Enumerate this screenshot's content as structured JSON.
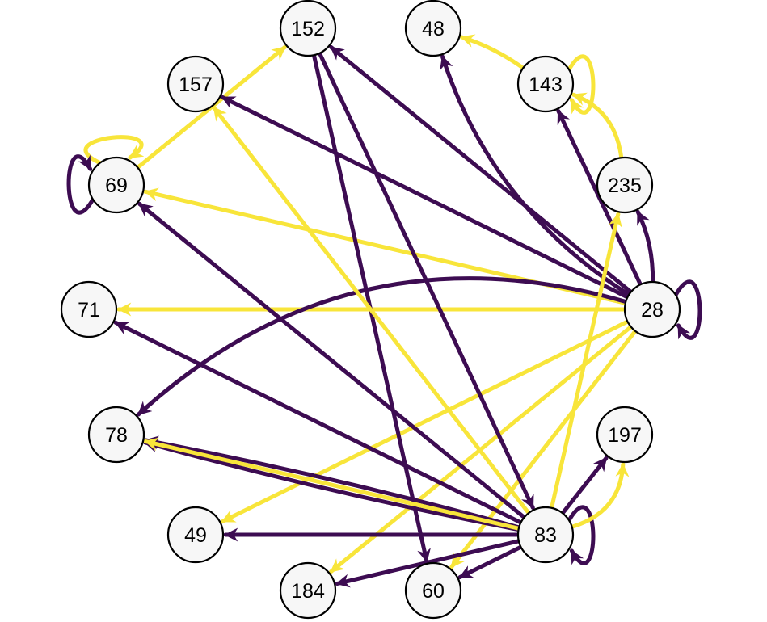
{
  "colors": {
    "purple": "#3d0c52",
    "yellow": "#f8e53a"
  },
  "nodes": [
    {
      "id": "152",
      "label": "152"
    },
    {
      "id": "48",
      "label": "48"
    },
    {
      "id": "157",
      "label": "157"
    },
    {
      "id": "143",
      "label": "143"
    },
    {
      "id": "69",
      "label": "69"
    },
    {
      "id": "235",
      "label": "235"
    },
    {
      "id": "71",
      "label": "71"
    },
    {
      "id": "28",
      "label": "28"
    },
    {
      "id": "78",
      "label": "78"
    },
    {
      "id": "197",
      "label": "197"
    },
    {
      "id": "49",
      "label": "49"
    },
    {
      "id": "83",
      "label": "83"
    },
    {
      "id": "184",
      "label": "184"
    },
    {
      "id": "60",
      "label": "60"
    }
  ],
  "edges": [
    {
      "from": "69",
      "to": "69",
      "color": "yellow"
    },
    {
      "from": "69",
      "to": "69",
      "color": "purple"
    },
    {
      "from": "69",
      "to": "152",
      "color": "yellow"
    },
    {
      "from": "143",
      "to": "48",
      "color": "yellow"
    },
    {
      "from": "143",
      "to": "143",
      "color": "yellow"
    },
    {
      "from": "28",
      "to": "28",
      "color": "purple"
    },
    {
      "from": "28",
      "to": "152",
      "color": "purple"
    },
    {
      "from": "28",
      "to": "157",
      "color": "purple"
    },
    {
      "from": "28",
      "to": "48",
      "color": "purple"
    },
    {
      "from": "28",
      "to": "143",
      "color": "purple"
    },
    {
      "from": "28",
      "to": "235",
      "color": "purple"
    },
    {
      "from": "28",
      "to": "69",
      "color": "yellow"
    },
    {
      "from": "28",
      "to": "71",
      "color": "yellow"
    },
    {
      "from": "28",
      "to": "78",
      "color": "purple"
    },
    {
      "from": "28",
      "to": "49",
      "color": "yellow"
    },
    {
      "from": "28",
      "to": "184",
      "color": "yellow"
    },
    {
      "from": "28",
      "to": "60",
      "color": "yellow"
    },
    {
      "from": "152",
      "to": "83",
      "color": "purple"
    },
    {
      "from": "152",
      "to": "60",
      "color": "purple"
    },
    {
      "from": "83",
      "to": "157",
      "color": "yellow"
    },
    {
      "from": "83",
      "to": "69",
      "color": "purple"
    },
    {
      "from": "83",
      "to": "71",
      "color": "purple"
    },
    {
      "from": "83",
      "to": "78",
      "color": "purple"
    },
    {
      "from": "83",
      "to": "78",
      "color": "purple"
    },
    {
      "from": "83",
      "to": "49",
      "color": "purple"
    },
    {
      "from": "83",
      "to": "184",
      "color": "purple"
    },
    {
      "from": "83",
      "to": "60",
      "color": "purple"
    },
    {
      "from": "83",
      "to": "83",
      "color": "purple"
    },
    {
      "from": "83",
      "to": "197",
      "color": "purple"
    },
    {
      "from": "83",
      "to": "197",
      "color": "yellow"
    },
    {
      "from": "83",
      "to": "235",
      "color": "yellow"
    },
    {
      "from": "83",
      "to": "78",
      "color": "yellow"
    },
    {
      "from": "235",
      "to": "143",
      "color": "yellow"
    }
  ]
}
